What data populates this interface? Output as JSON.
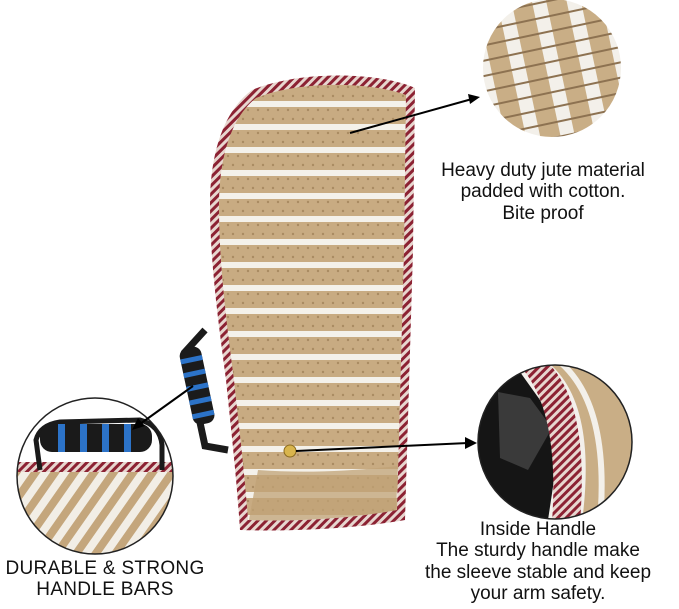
{
  "captions": {
    "material": [
      "Heavy duty jute material",
      "padded with cotton.",
      "Bite proof"
    ],
    "handle_bars": [
      "DURABLE & STRONG",
      "HANDLE BARS"
    ],
    "inside_handle": [
      "Inside Handle",
      "The sturdy handle make",
      "the sleeve stable and keep",
      "your arm safety."
    ]
  },
  "colors": {
    "jute": "#c8ab82",
    "stripe": "#f4f1ea",
    "trim": "#8c2233",
    "handle_foam": "#1a1a1a",
    "handle_ring": "#2c73c8"
  },
  "icons": [
    "arrow-icon",
    "arrow-icon",
    "arrow-icon"
  ]
}
